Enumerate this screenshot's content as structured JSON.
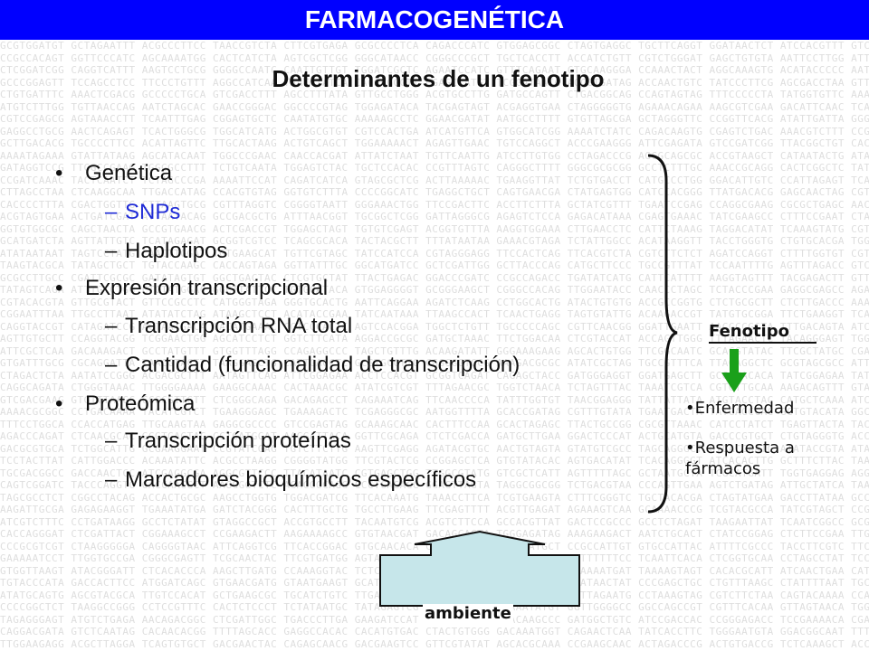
{
  "header": {
    "title": "FARMACOGENÉTICA",
    "bar_color": "#0000ff"
  },
  "subtitle": "Determinantes de un fenotipo",
  "bullets": [
    {
      "label": "Genética",
      "subitems": [
        {
          "label": "SNPs",
          "highlight": true
        },
        {
          "label": "Haplotipos"
        }
      ]
    },
    {
      "label": "Expresión transcripcional",
      "subitems": [
        {
          "label": "Transcripción RNA total"
        },
        {
          "label": "Cantidad (funcionalidad de transcripción)"
        }
      ]
    },
    {
      "label": "Proteómica",
      "subitems": [
        {
          "label": "Transcripción proteínas"
        },
        {
          "label": "Marcadores bioquímicos específicos"
        }
      ]
    }
  ],
  "bullet_symbol": "•",
  "dash_symbol": "–",
  "fenotipo": {
    "label": "Fenotipo",
    "arrow_color": "#1aa01a",
    "outcomes": [
      "•Enfermedad",
      "•Respuesta a",
      "fármacos"
    ]
  },
  "ambiente": {
    "label": "ambiente",
    "box_color": "#c6e6ea"
  },
  "colors": {
    "highlight_text": "#1f2bd6",
    "background_dna_text": "#dedede"
  }
}
